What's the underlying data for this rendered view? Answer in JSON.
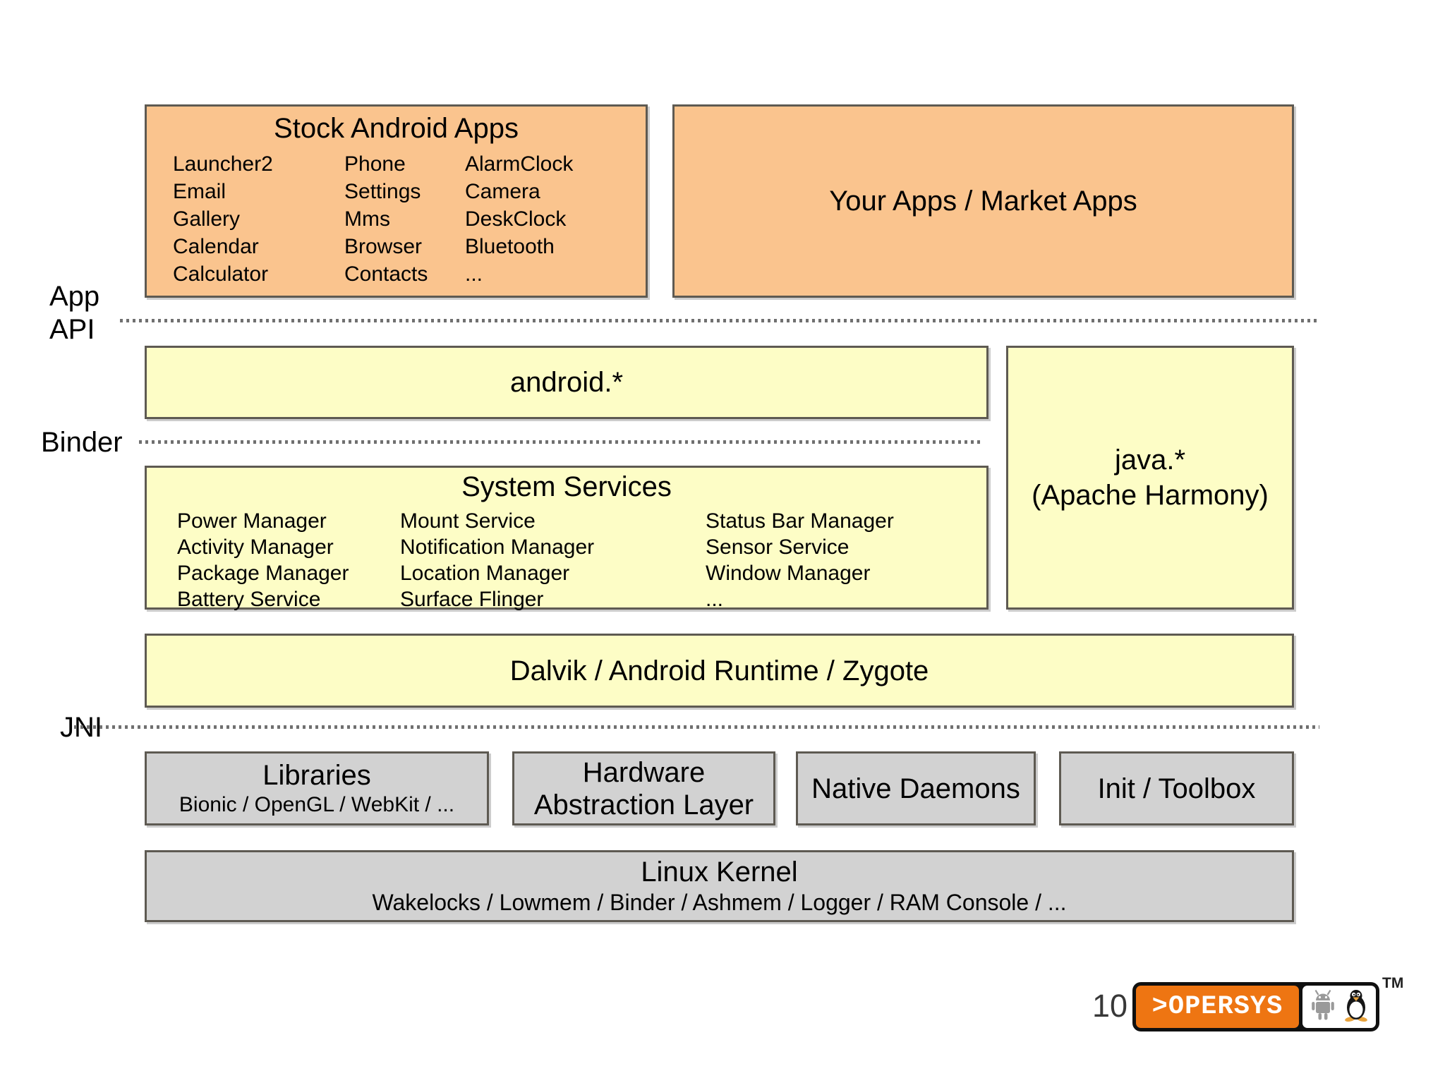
{
  "slide": {
    "page_number": "10",
    "side_labels": {
      "app_api_line1": "App",
      "app_api_line2": "API",
      "binder": "Binder",
      "jni": "JNI"
    },
    "boxes": {
      "stock_apps": {
        "title": "Stock Android Apps",
        "columns": [
          [
            "Launcher2",
            "Email",
            "Gallery",
            "Calendar",
            "Calculator"
          ],
          [
            "Phone",
            "Settings",
            "Mms",
            "Browser",
            "Contacts"
          ],
          [
            "AlarmClock",
            "Camera",
            "DeskClock",
            "Bluetooth",
            "..."
          ]
        ]
      },
      "your_apps": {
        "title": "Your Apps / Market Apps"
      },
      "android_api": {
        "title": "android.*"
      },
      "java_api": {
        "line1": "java.*",
        "line2": "(Apache Harmony)"
      },
      "system_services": {
        "title": "System Services",
        "columns": [
          [
            "Power Manager",
            "Activity Manager",
            "Package Manager",
            "Battery Service"
          ],
          [
            "Mount Service",
            "Notification Manager",
            "Location Manager",
            "Surface Flinger"
          ],
          [
            "Status Bar Manager",
            "Sensor Service",
            "Window Manager",
            "..."
          ]
        ]
      },
      "dalvik": {
        "title": "Dalvik / Android Runtime / Zygote"
      },
      "libraries": {
        "title": "Libraries",
        "subtitle": "Bionic / OpenGL / WebKit / ..."
      },
      "hal": {
        "title": "Hardware Abstraction Layer"
      },
      "native_daemons": {
        "title": "Native Daemons"
      },
      "init_toolbox": {
        "title": "Init / Toolbox"
      },
      "linux_kernel": {
        "title": "Linux Kernel",
        "subtitle": "Wakelocks / Lowmem / Binder / Ashmem / Logger / RAM Console / ..."
      }
    },
    "logo": {
      "text": ">OPERSYS",
      "trademark": "TM",
      "icons": [
        "android-robot",
        "tux-penguin"
      ]
    }
  },
  "colors": {
    "apps_fill": "#FAC48E",
    "api_fill": "#FDFDC6",
    "native_fill": "#D2D2D2",
    "box_border": "#5E5A52",
    "dotted_line": "#707070",
    "logo_orange": "#EE7512",
    "android_gray": "#9A9A9A",
    "tux_orange": "#E8A33D",
    "page_bg": "#FFFFFF"
  }
}
